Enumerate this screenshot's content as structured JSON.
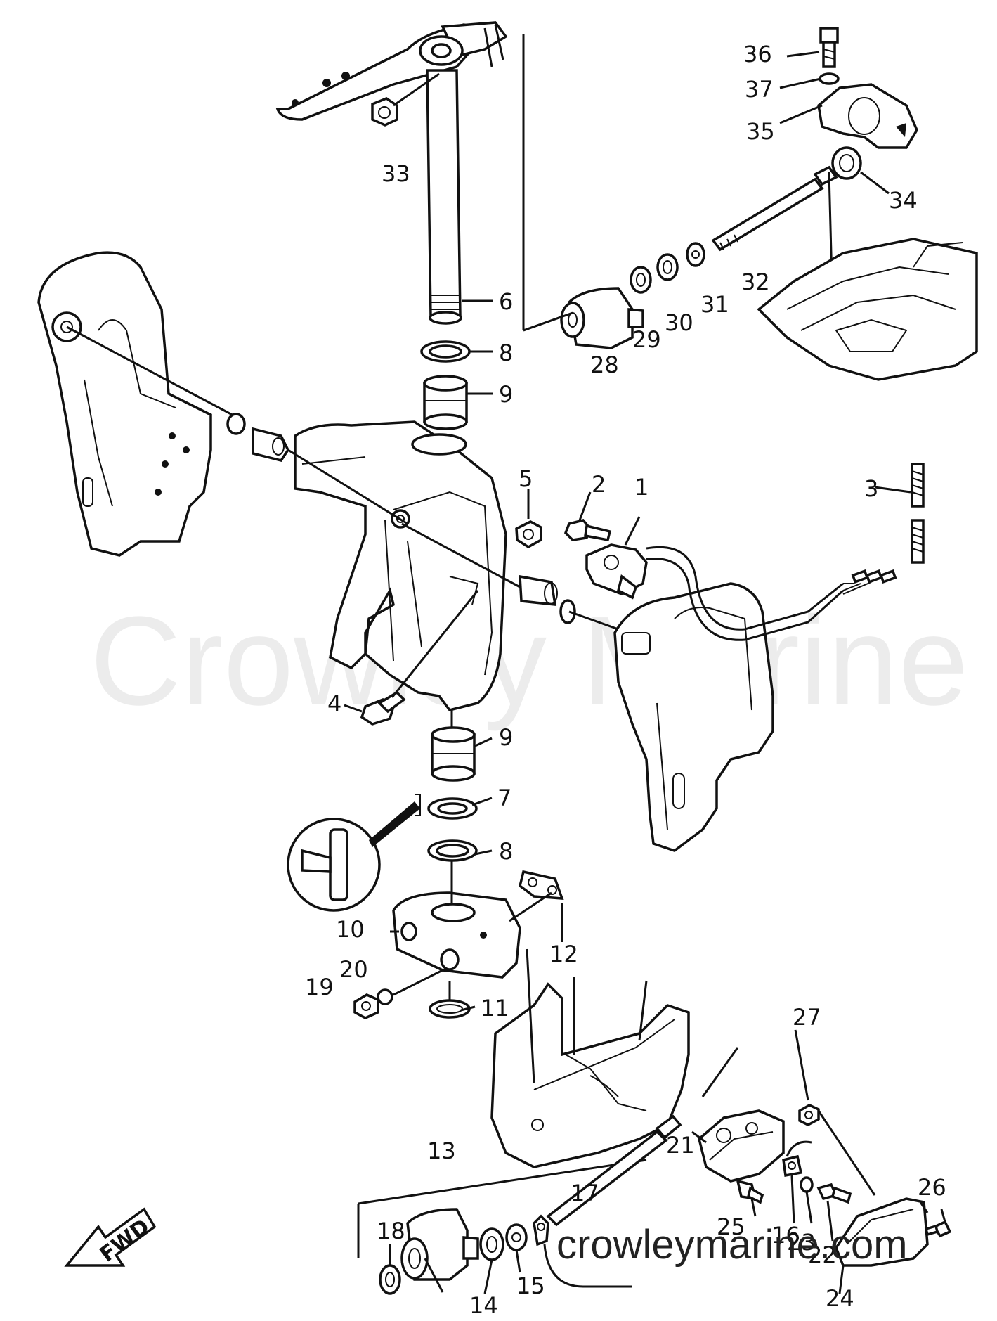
{
  "watermark": "Crowley Marine",
  "site": "crowleymarine.com",
  "fwd_label": "FWD",
  "callouts": {
    "c1": "1",
    "c2": "2",
    "c3": "3",
    "c4": "4",
    "c5": "5",
    "c6": "6",
    "c7": "7",
    "c8a": "8",
    "c8b": "8",
    "c9a": "9",
    "c9b": "9",
    "c10": "10",
    "c11": "11",
    "c12": "12",
    "c13": "13",
    "c14": "14",
    "c15": "15",
    "c16": "16",
    "c17": "17",
    "c18": "18",
    "c19": "19",
    "c20": "20",
    "c21": "21",
    "c22": "22",
    "c23": "23",
    "c24": "24",
    "c25": "25",
    "c26": "26",
    "c27": "27",
    "c28": "28",
    "c29": "29",
    "c30": "30",
    "c31": "31",
    "c32": "32",
    "c33": "33",
    "c34": "34",
    "c35": "35",
    "c36": "36",
    "c37": "37"
  }
}
